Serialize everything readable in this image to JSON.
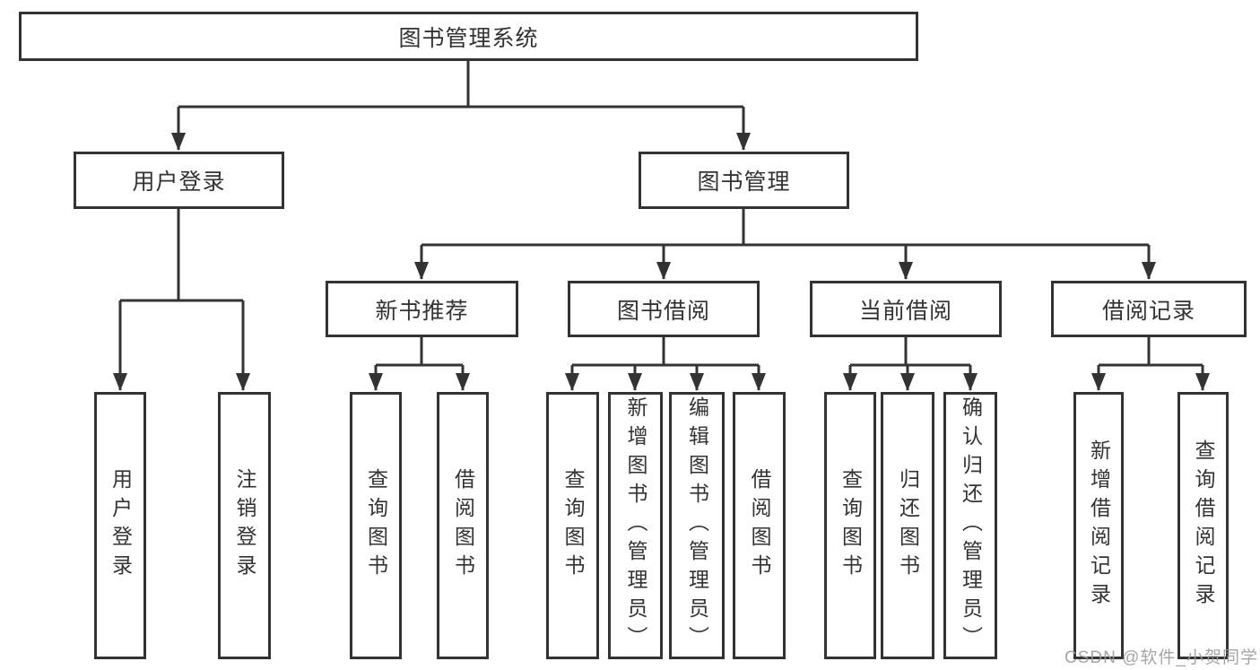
{
  "tree": {
    "root": "图书管理系统",
    "level2": {
      "user_login": "用户登录",
      "book_management": "图书管理"
    },
    "level3": {
      "new_book_recommend": "新书推荐",
      "book_borrowing": "图书借阅",
      "current_borrowing": "当前借阅",
      "borrowing_records": "借阅记录"
    },
    "leaves": {
      "user_login": "用户登录",
      "logout": "注销登录",
      "query_books_recommend": "查询图书",
      "borrow_books_recommend": "借阅图书",
      "query_books_borrowing": "查询图书",
      "add_books_admin": "新增图书（管理员）",
      "edit_books_admin": "编辑图书（管理员）",
      "borrow_books_borrowing": "借阅图书",
      "query_books_current": "查询图书",
      "return_books": "归还图书",
      "confirm_return_admin": "确认归还（管理员）",
      "add_borrow_record": "新增借阅记录",
      "query_borrow_record": "查询借阅记录"
    }
  },
  "watermark": {
    "text": "CSDN @软件_小贺同学"
  },
  "colors": {
    "line": "#333333",
    "box_border": "#333333",
    "text": "#333333",
    "watermark_text": "#9c9c9c",
    "background": "#ffffff"
  }
}
